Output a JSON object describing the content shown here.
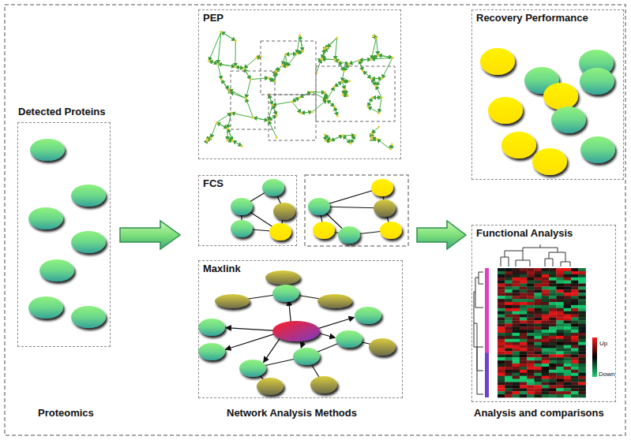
{
  "diagram": {
    "nodes": [
      {
        "text": [
          "Detected Proteins"
        ]
      },
      {
        "text": [
          "PEP"
        ]
      },
      {
        "text": [
          "FCS"
        ]
      },
      {
        "text": [
          "Maxlink"
        ]
      },
      {
        "text": [
          "Recovery Performance"
        ]
      },
      {
        "text": [
          "Functional Analysis"
        ]
      }
    ],
    "labels": [
      "Proteomics",
      "Network Analysis Methods",
      "Analysis and comparisons",
      "Up",
      "Down"
    ]
  }
}
